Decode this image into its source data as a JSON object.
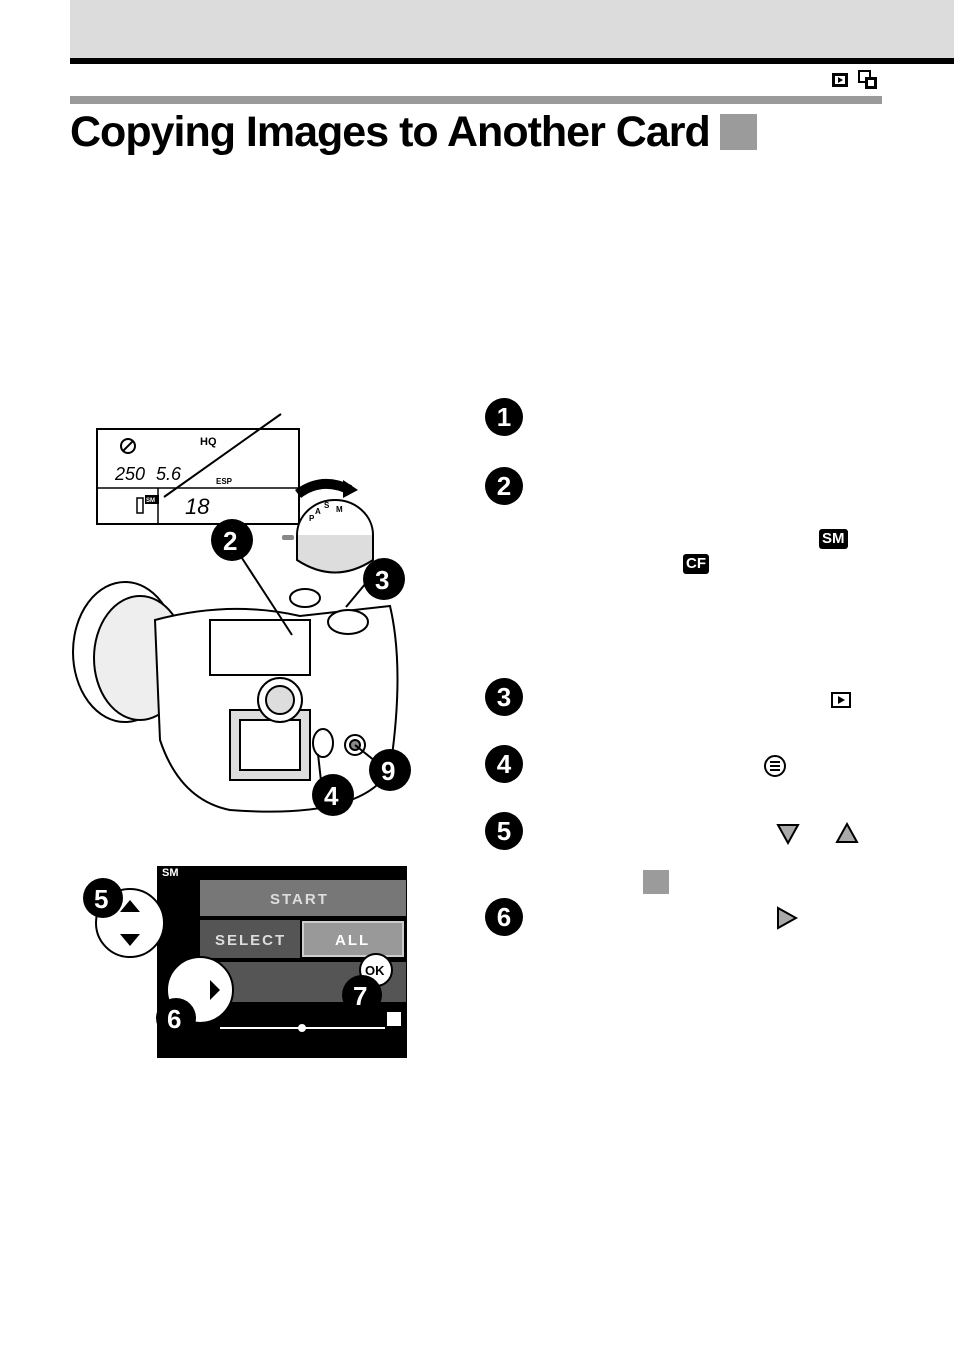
{
  "page": {
    "title": "Copying Images to Another Card"
  },
  "figure": {
    "lcd": {
      "mode": "HQ",
      "shutter": "250",
      "aperture": "5.6",
      "metering": "ESP",
      "card": "SM",
      "count": "18"
    },
    "dial_letters": [
      "M",
      "S",
      "A",
      "P"
    ],
    "callouts": [
      "2",
      "3",
      "4",
      "9",
      "5",
      "6",
      "7"
    ],
    "menu": {
      "header": "SM",
      "row1": "START",
      "row2_select": "SELECT",
      "row2_all": "ALL",
      "ok": "OK"
    }
  },
  "steps": [
    "1",
    "2",
    "3",
    "4",
    "5",
    "6"
  ],
  "inline_icons": {
    "sm_badge": "SM",
    "cf_badge": "CF"
  }
}
